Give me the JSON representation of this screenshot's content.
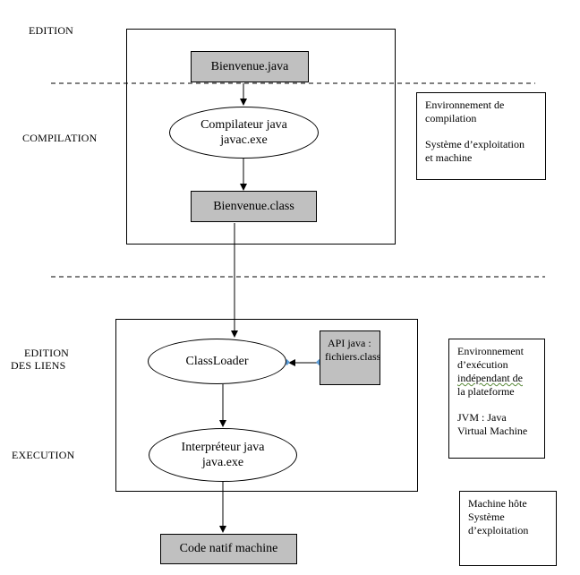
{
  "stages": {
    "edition": "EDITION",
    "compilation": "COMPILATION",
    "edition_liens_line1": "EDITION",
    "edition_liens_line2": "DES LIENS",
    "execution": "EXECUTION"
  },
  "nodes": {
    "bienvenue_java": "Bienvenue.java",
    "compilateur_line1": "Compilateur java",
    "compilateur_line2": "javac.exe",
    "bienvenue_class": "Bienvenue.class",
    "classloader": "ClassLoader",
    "api_line1": "API java :",
    "api_line2": "fichiers.class",
    "interpreteur_line1": "Interpréteur java",
    "interpreteur_line2": "java.exe",
    "code_natif": "Code natif machine"
  },
  "notes": {
    "compilation_env": {
      "line1": "Environnement de",
      "line2": "compilation",
      "line3": "Système d’exploitation",
      "line4": "et machine"
    },
    "execution_env": {
      "line1": "Environnement",
      "line2": "d’exécution",
      "line3": "indépendant de",
      "line4": "la plateforme",
      "line5": "JVM : Java",
      "line6": "Virtual Machine"
    },
    "host": {
      "line1": "Machine hôte",
      "line2": "Système",
      "line3": "d’exploitation"
    }
  },
  "colors": {
    "box_fill": "#c0c0c0",
    "connector_diamond": "#5b9bd5"
  }
}
